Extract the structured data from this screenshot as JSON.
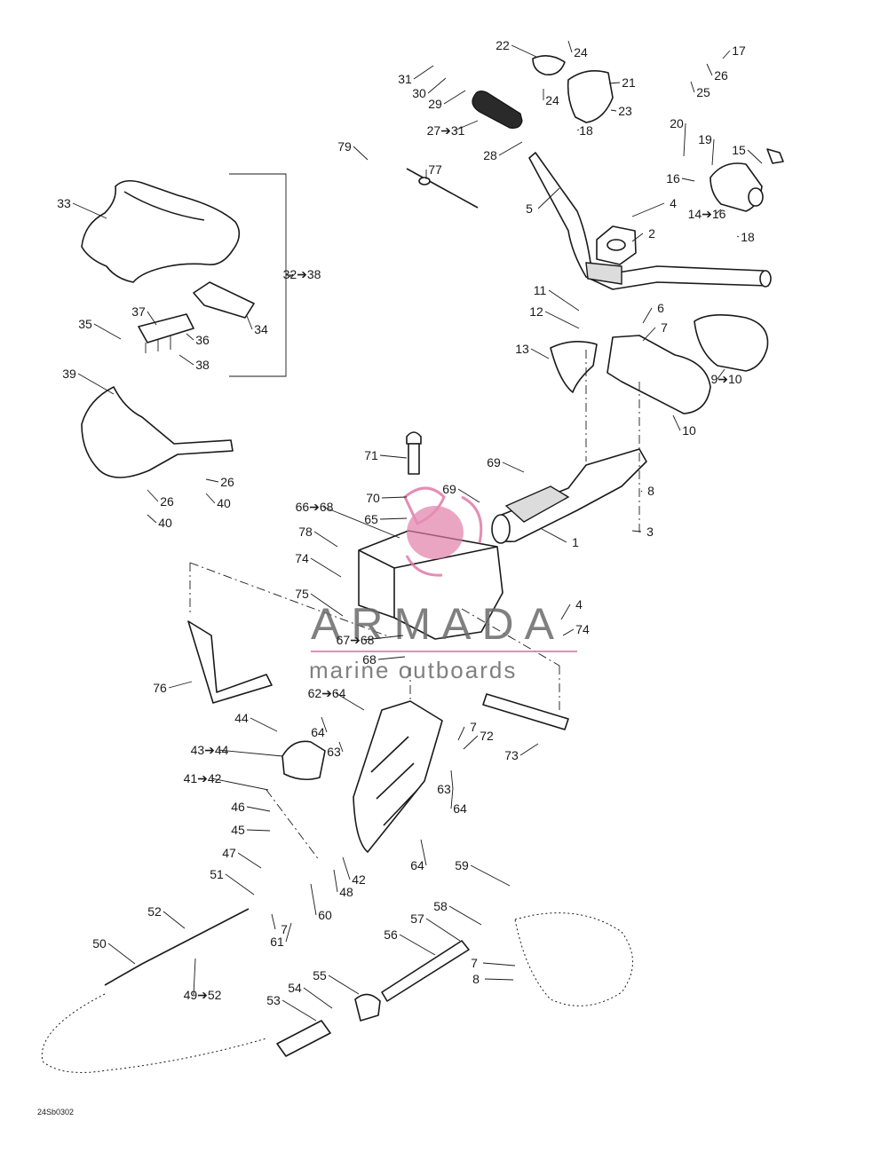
{
  "callouts": [
    {
      "text": "1"
    },
    {
      "text": "2"
    },
    {
      "text": "3"
    },
    {
      "text": "4"
    },
    {
      "text": "4"
    },
    {
      "text": "5"
    },
    {
      "text": "6"
    },
    {
      "text": "7"
    },
    {
      "text": "7"
    },
    {
      "text": "7"
    },
    {
      "text": "7"
    },
    {
      "text": "8"
    },
    {
      "text": "8"
    },
    {
      "text": "9➔10"
    },
    {
      "text": "10"
    },
    {
      "text": "11"
    },
    {
      "text": "12"
    },
    {
      "text": "13"
    },
    {
      "text": "14➔16"
    },
    {
      "text": "15"
    },
    {
      "text": "16"
    },
    {
      "text": "17"
    },
    {
      "text": "18"
    },
    {
      "text": "18"
    },
    {
      "text": "19"
    },
    {
      "text": "20"
    },
    {
      "text": "21"
    },
    {
      "text": "22"
    },
    {
      "text": "23"
    },
    {
      "text": "24"
    },
    {
      "text": "24"
    },
    {
      "text": "25"
    },
    {
      "text": "26"
    },
    {
      "text": "26"
    },
    {
      "text": "26"
    },
    {
      "text": "27➔31"
    },
    {
      "text": "28"
    },
    {
      "text": "29"
    },
    {
      "text": "30"
    },
    {
      "text": "31"
    },
    {
      "text": "32➔38"
    },
    {
      "text": "33"
    },
    {
      "text": "34"
    },
    {
      "text": "35"
    },
    {
      "text": "36"
    },
    {
      "text": "37"
    },
    {
      "text": "38"
    },
    {
      "text": "39"
    },
    {
      "text": "40"
    },
    {
      "text": "40"
    },
    {
      "text": "41➔42"
    },
    {
      "text": "42"
    },
    {
      "text": "43➔44"
    },
    {
      "text": "44"
    },
    {
      "text": "45"
    },
    {
      "text": "46"
    },
    {
      "text": "47"
    },
    {
      "text": "48"
    },
    {
      "text": "49➔52"
    },
    {
      "text": "50"
    },
    {
      "text": "51"
    },
    {
      "text": "52"
    },
    {
      "text": "53"
    },
    {
      "text": "54"
    },
    {
      "text": "55"
    },
    {
      "text": "56"
    },
    {
      "text": "57"
    },
    {
      "text": "58"
    },
    {
      "text": "59"
    },
    {
      "text": "60"
    },
    {
      "text": "61"
    },
    {
      "text": "62➔64"
    },
    {
      "text": "63"
    },
    {
      "text": "63"
    },
    {
      "text": "64"
    },
    {
      "text": "64"
    },
    {
      "text": "64"
    },
    {
      "text": "65"
    },
    {
      "text": "66➔68"
    },
    {
      "text": "67➔68"
    },
    {
      "text": "68"
    },
    {
      "text": "69"
    },
    {
      "text": "69"
    },
    {
      "text": "70"
    },
    {
      "text": "71"
    },
    {
      "text": "72"
    },
    {
      "text": "73"
    },
    {
      "text": "74"
    },
    {
      "text": "74"
    },
    {
      "text": "75"
    },
    {
      "text": "76"
    },
    {
      "text": "77"
    },
    {
      "text": "78"
    },
    {
      "text": "79"
    }
  ],
  "reference_code": "24Sb0302",
  "watermark": {
    "brand": "ARMADA",
    "tagline": "marine outboards",
    "accent_color": "#e07aa8",
    "text_color": "#6a6a6a"
  },
  "icons": [
    "propeller-logo"
  ]
}
